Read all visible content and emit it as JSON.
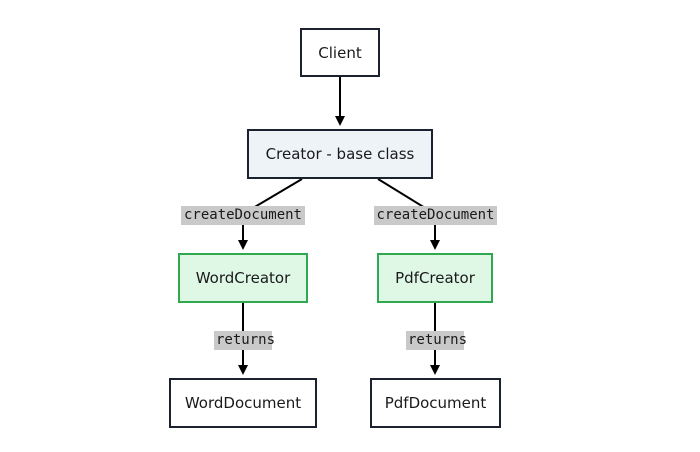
{
  "diagram": {
    "nodes": {
      "client": "Client",
      "creator": "Creator - base class",
      "word_creator": "WordCreator",
      "pdf_creator": "PdfCreator",
      "word_document": "WordDocument",
      "pdf_document": "PdfDocument"
    },
    "edge_labels": {
      "creator_to_word": "createDocument",
      "creator_to_pdf": "createDocument",
      "word_returns": "returns",
      "pdf_returns": "returns"
    },
    "colors": {
      "line": "#000000",
      "node_border": "#1c2130",
      "base_fill": "#eef3f8",
      "creator_fill": "#dff8e6",
      "creator_border": "#2fa84f",
      "label_bg": "#c9c9c9"
    }
  }
}
